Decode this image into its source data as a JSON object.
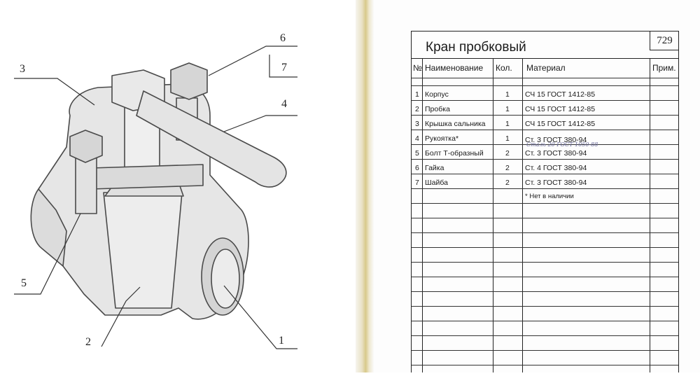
{
  "drawing": {
    "callouts": [
      "1",
      "2",
      "3",
      "4",
      "5",
      "6",
      "7"
    ]
  },
  "table": {
    "title": "Кран пробковый",
    "sheet_number": "729",
    "headers": {
      "no": "№",
      "name": "Наименование",
      "qty": "Кол.",
      "material": "Материал",
      "note": "Прим."
    },
    "rows": [
      {
        "no": "1",
        "name": "Корпус",
        "qty": "1",
        "material": "СЧ 15 ГОСТ 1412-85"
      },
      {
        "no": "2",
        "name": "Пробка",
        "qty": "1",
        "material": "СЧ 15 ГОСТ 1412-85"
      },
      {
        "no": "3",
        "name": "Крышка сальника",
        "qty": "1",
        "material": "СЧ 15 ГОСТ 1412-85"
      },
      {
        "no": "4",
        "name": "Рукоятка*",
        "qty": "1",
        "material": "Ст. 3 ГОСТ 380-94"
      },
      {
        "no": "5",
        "name": "Болт Т-образный",
        "qty": "2",
        "material": "Ст. 3 ГОСТ 380-94"
      },
      {
        "no": "6",
        "name": "Гайка",
        "qty": "2",
        "material": "Ст. 4 ГОСТ 380-94"
      },
      {
        "no": "7",
        "name": "Шайба",
        "qty": "2",
        "material": "Ст. 3 ГОСТ 380-94"
      }
    ],
    "footnote": "* Нет в наличии",
    "handwritten_note": "Сталь 20 ГОСТ 1050-88"
  },
  "colors": {
    "ink": "#222222",
    "paper": "#ffffff",
    "spine": "#d8c98a"
  }
}
